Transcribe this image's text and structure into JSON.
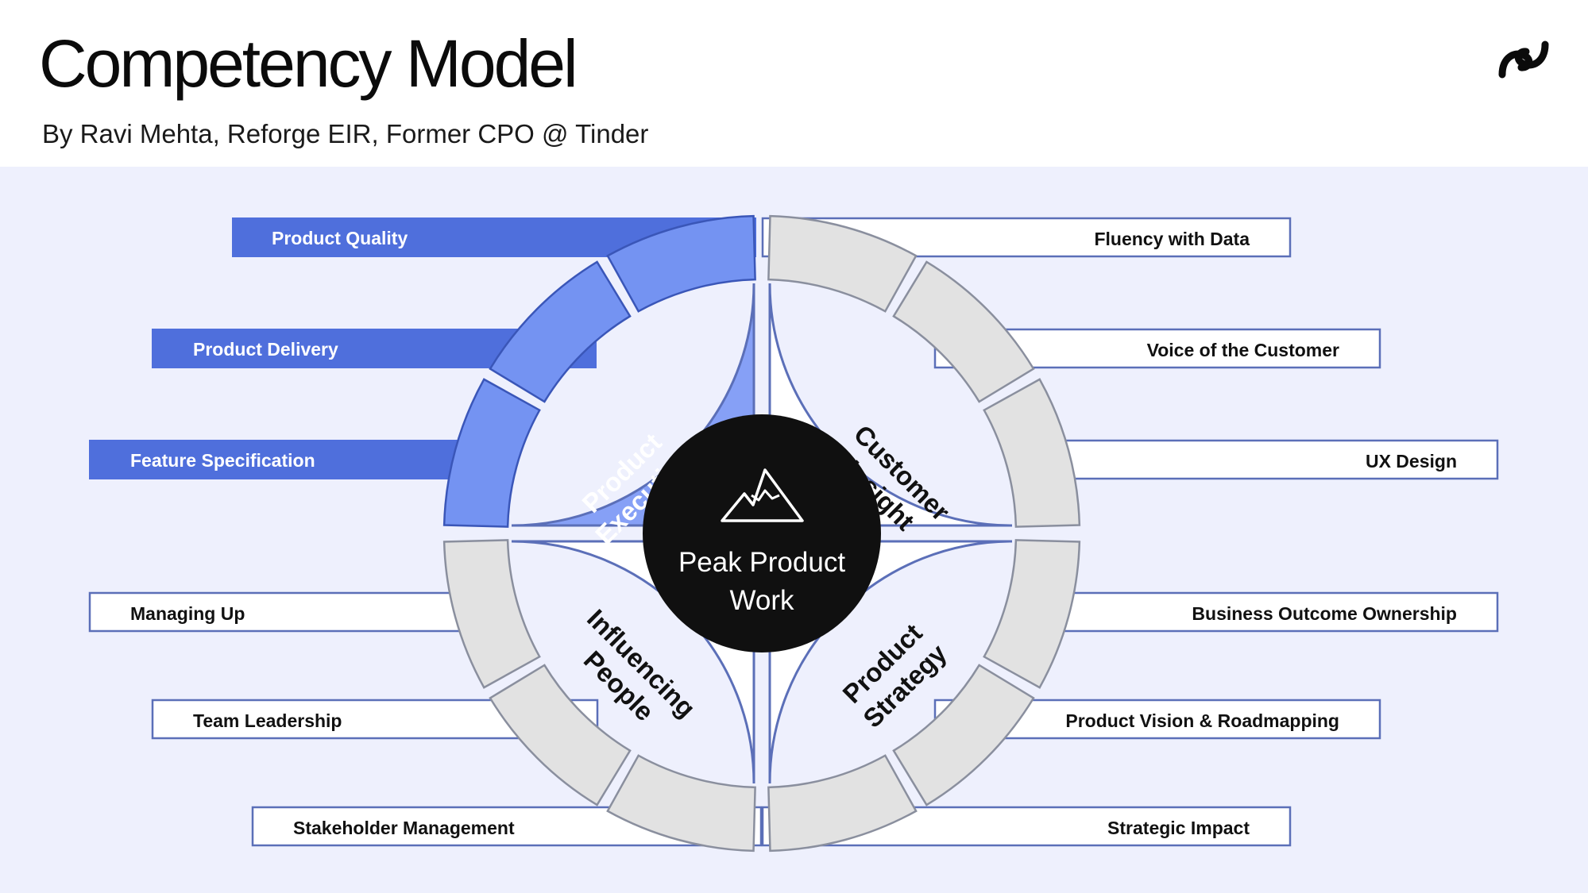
{
  "header": {
    "title": "Competency Model",
    "subtitle": "By Ravi Mehta, Reforge EIR, Former CPO @ Tinder"
  },
  "center": {
    "line1": "Peak Product",
    "line2": "Work",
    "icon": "mountain-icon"
  },
  "quadrants": {
    "execution": {
      "line1": "Product",
      "line2": "Execution"
    },
    "customer": {
      "line1": "Customer",
      "line2": "Insight"
    },
    "strategy": {
      "line1": "Product",
      "line2": "Strategy"
    },
    "influence": {
      "line1": "Influencing",
      "line2": "People"
    }
  },
  "competencies": {
    "product_quality": "Product Quality",
    "product_delivery": "Product Delivery",
    "feature_specification": "Feature Specification",
    "fluency_with_data": "Fluency with Data",
    "voice_of_customer": "Voice of the Customer",
    "ux_design": "UX Design",
    "business_outcome": "Business Outcome Ownership",
    "vision_roadmapping": "Product Vision & Roadmapping",
    "strategic_impact": "Strategic Impact",
    "managing_up": "Managing Up",
    "team_leadership": "Team Leadership",
    "stakeholder_management": "Stakeholder Management"
  },
  "colors": {
    "highlight_fill": "#4f6fdc",
    "highlight_segment": "#7493f2",
    "highlight_quadrant": "#86a0f6",
    "outline": "#5b6fb8",
    "gray_segment": "#e2e2e2",
    "background": "#eef0fd",
    "center": "#101010"
  }
}
